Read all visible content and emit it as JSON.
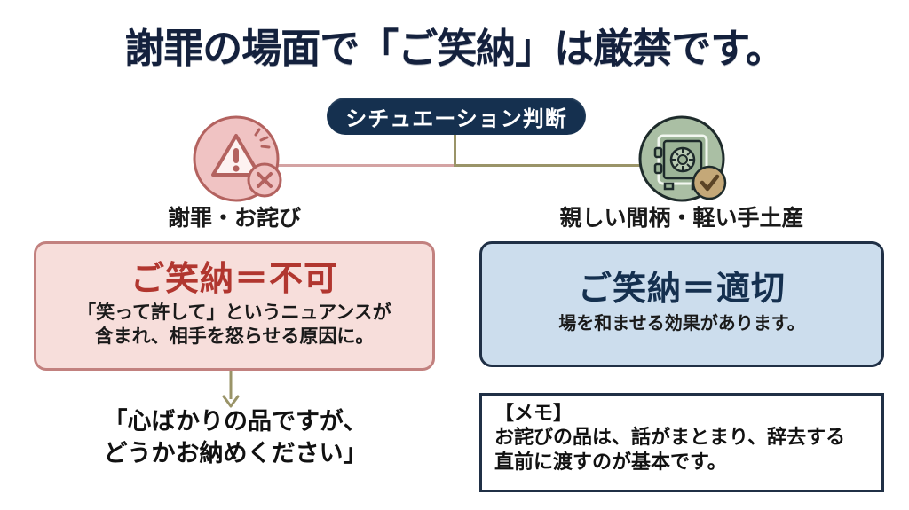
{
  "title": "謝罪の場面で「ご笑納」は厳禁です。",
  "badge": {
    "label": "シチュエーション判断"
  },
  "columns": {
    "left": {
      "icon": "warning-triangle-icon",
      "icon_badge": "cross-mark-icon",
      "caption": "謝罪・お詫び",
      "card": {
        "heading": "ご笑納＝不可",
        "body_line1": "「笑って許して」というニュアンスが",
        "body_line2": "含まれ、相手を怒らせる原因に。"
      },
      "quote_line1": "「心ばかりの品ですが、",
      "quote_line2": "どうかお納めください」"
    },
    "right": {
      "icon": "safe-vault-icon",
      "icon_badge": "check-mark-icon",
      "caption": "親しい間柄・軽い手土産",
      "card": {
        "heading": "ご笑納＝適切",
        "body_line1": "場を和ませる効果があります。"
      },
      "memo": {
        "title": "【メモ】",
        "body_line1": "お詫びの品は、話がまとまり、辞去する",
        "body_line2": "直前に渡すのが基本です。"
      }
    }
  },
  "colors": {
    "background": "#ffffff",
    "title": "#14213d",
    "badge_bg": "#15304f",
    "badge_text": "#ffffff",
    "bad_card_bg": "#f7dedb",
    "bad_card_border": "#c2817f",
    "bad_heading": "#b1362f",
    "good_card_bg": "#ccdded",
    "good_card_border": "#203046",
    "good_heading": "#15304f",
    "connector_left": "#d4a3a3",
    "connector_right": "#9a9468",
    "arrow": "#9a9468",
    "warning_circle": "#f0c3c3",
    "warning_stroke": "#b3625f",
    "safe_circle": "#aabfa4",
    "safe_stroke": "#1e2b2b",
    "check_badge": "#c4a878",
    "memo_border": "#203046"
  }
}
